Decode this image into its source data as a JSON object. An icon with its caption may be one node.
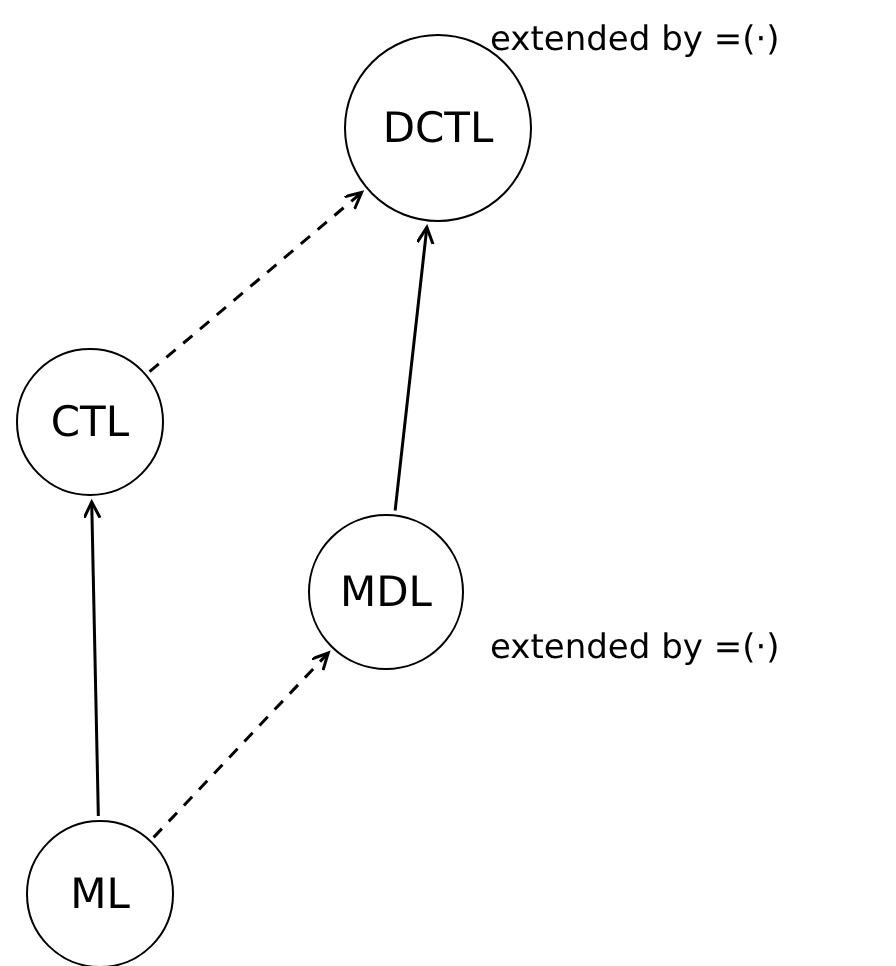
{
  "diagram": {
    "nodes": [
      {
        "text": [
          "DCTL"
        ],
        "beside": [
          "extended by =(·)"
        ]
      },
      {
        "text": [
          "CTL"
        ]
      },
      {
        "text": [
          "MDL"
        ],
        "beside": [
          "extended by =(·)"
        ]
      },
      {
        "text": [
          "ML"
        ]
      }
    ],
    "edges": [
      {
        "from": 1,
        "to": 0,
        "arrow": "to",
        "style": "dashed"
      },
      {
        "from": 2,
        "to": 0,
        "arrow": "to"
      },
      {
        "from": 3,
        "to": 1,
        "arrow": "to"
      },
      {
        "from": 3,
        "to": 2,
        "arrow": "to",
        "style": "dashed"
      }
    ]
  }
}
